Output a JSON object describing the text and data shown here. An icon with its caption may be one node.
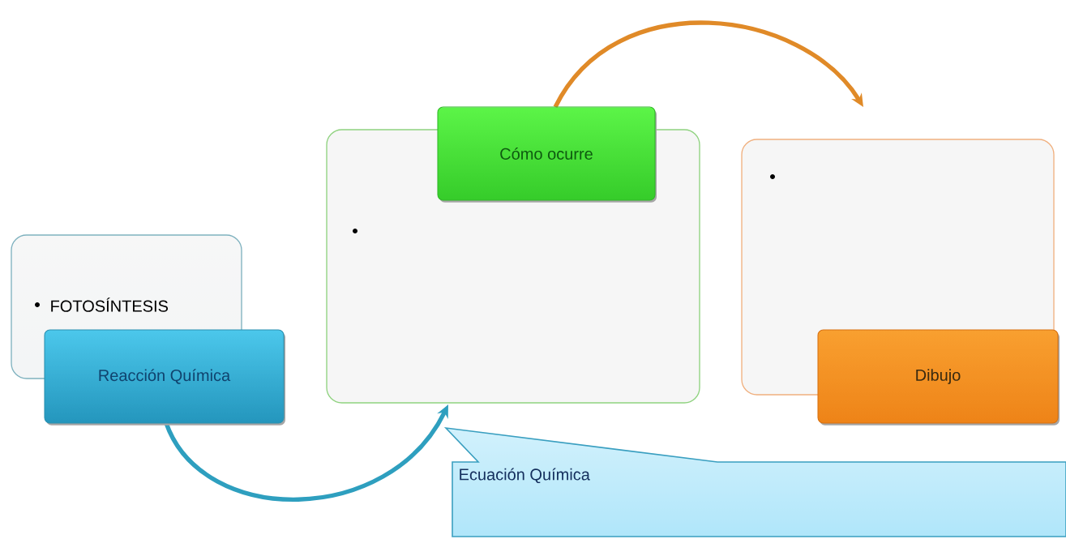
{
  "diagram": {
    "nodes": [
      {
        "text": [
          "FOTOSÍNTESIS"
        ]
      },
      {
        "text": [
          "Reacción Química"
        ]
      },
      {
        "text": [],
        "shape": "box"
      },
      {
        "text": [
          "Cómo ocurre"
        ]
      },
      {
        "text": [],
        "shape": "box"
      },
      {
        "text": [
          "Dibujo"
        ]
      },
      {
        "text": [
          "Ecuación Química"
        ]
      }
    ],
    "edges": [
      {
        "from": 1,
        "to": 2,
        "arrow": "to",
        "color": "#2e9fbf"
      },
      {
        "from": 3,
        "to": 4,
        "arrow": "to",
        "color": "#e08a28"
      }
    ]
  }
}
